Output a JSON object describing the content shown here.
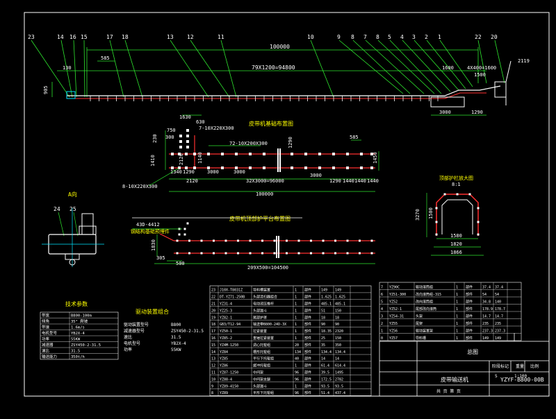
{
  "colors": {
    "background": "#000000",
    "frame": "#ffffff",
    "leader": "#2ee62e",
    "dimension": "#2ee62e",
    "conveyor": "#ff3030",
    "node": "#ffffff",
    "text": "#ffffff",
    "label": "#ffff00",
    "axis": "#00e5ff",
    "structure": "#d0d0d0"
  },
  "top_view": {
    "callouts": [
      "23",
      "14",
      "16",
      "15",
      "17",
      "18",
      "13",
      "12",
      "11",
      "10",
      "9",
      "8",
      "7",
      "8",
      "5",
      "4",
      "3",
      "2",
      "1",
      "22",
      "20"
    ],
    "dim_total": "100000",
    "dim_spacing": "79X1200=94800",
    "dim_left": "130",
    "dim_585": "585",
    "dim_height": "905",
    "dim_right_a": "4X400=1600",
    "dim_right_b": "1500",
    "dim_right_c": "1600",
    "dim_right_d": "3000",
    "dim_right_e": "1290",
    "dim_tail": "2119"
  },
  "plan_view": {
    "title": "皮带机基础布置图",
    "dims": [
      "1630",
      "630",
      "750",
      "7-10X220X300",
      "300",
      "230",
      "1410",
      "2120",
      "1140",
      "72-10X200X300",
      "1290",
      "585",
      "1340",
      "1290",
      "3000",
      "3000",
      "3000",
      "2120",
      "32X3000=96000",
      "1290",
      "1440",
      "1440",
      "100000",
      "1440",
      "1450",
      "8-10X220X300"
    ]
  },
  "section_view": {
    "title": "皮带机顶部护平台布置图",
    "dims": [
      "43D-4412",
      "钢结构基础预埋件",
      "1830",
      "305",
      "500",
      "209X500=104500"
    ]
  },
  "detail_view": {
    "title": "顶部护栏放大图",
    "scale": "8:1",
    "dims": [
      "3270",
      "1500",
      "1580",
      "1820",
      "1866"
    ]
  },
  "side_view": {
    "title": "A向",
    "callouts": [
      "24",
      "25"
    ]
  },
  "tech_params": {
    "title": "技术参数",
    "rows": [
      [
        "带宽",
        "B800-100m"
      ],
      [
        "倾角",
        "35° 爬坡"
      ],
      [
        "带速",
        "1.6m/s"
      ],
      [
        "电机型号",
        "YB2X-4"
      ],
      [
        "功率",
        "55KW"
      ],
      [
        "减速器",
        "ZSY450-2-31.5"
      ],
      [
        "速比",
        "31.5"
      ],
      [
        "输送能力",
        "350t/h"
      ]
    ]
  },
  "drive_params": {
    "title": "驱动装置组合",
    "rows": [
      [
        "驱动装置型号",
        "B800"
      ],
      [
        "减速器型号",
        "ZSY450-2-31.5"
      ],
      [
        "速比",
        "31.5"
      ],
      [
        "电机型号",
        "YB2X-4"
      ],
      [
        "功率",
        "55KW"
      ]
    ]
  },
  "bom_left": {
    "rows": [
      [
        "23",
        "J10X-T8031Z",
        "导料槽装置",
        "1",
        "部件",
        "149",
        "149"
      ],
      [
        "22",
        "DT-YZ71-250B",
        "头部清扫器组合",
        "1",
        "部件",
        "1.625",
        "1.625"
      ],
      [
        "21",
        "YZ31-4",
        "电动液压推杆",
        "1",
        "部件",
        "485.1",
        "485.1"
      ],
      [
        "20",
        "YZ25-3",
        "头部漏斗",
        "1",
        "部件",
        "51",
        "150"
      ],
      [
        "19",
        "YZ82-1",
        "尾部护罩",
        "1",
        "部件",
        "18",
        "18"
      ],
      [
        "18",
        "GB3/T12-94",
        "输送带B800-24D-3X",
        "1",
        "部件",
        "90",
        "90"
      ],
      [
        "17",
        "YZ50-1",
        "拉紧装置",
        "1",
        "部件",
        "18.35",
        "2320"
      ],
      [
        "16",
        "YZ85-2",
        "重锤拉紧装置",
        "1",
        "部件",
        "25",
        "150"
      ],
      [
        "15",
        "YZ4M-1250",
        "调心托辊组",
        "20",
        "部件",
        "35",
        "350"
      ],
      [
        "14",
        "YZ84",
        "槽形托辊组",
        "134",
        "部件",
        "134.4",
        "134.4"
      ],
      [
        "13",
        "YZ85",
        "平行下托辊组",
        "40",
        "部件",
        "14",
        "14"
      ],
      [
        "12",
        "YZ86",
        "缓冲托辊组",
        "1",
        "部件",
        "61.4",
        "614.4"
      ],
      [
        "11",
        "YZ87-1250",
        "中间架",
        "96",
        "部件",
        "39.5",
        "1495"
      ],
      [
        "10",
        "YZ88-4",
        "中间架支腿",
        "96",
        "部件",
        "172.5",
        "2782"
      ],
      [
        "9",
        "YZ89-4150",
        "头部漏斗",
        "1",
        "部件",
        "93.5",
        "93.5"
      ],
      [
        "8",
        "YZ89",
        "平形下托辊组",
        "96",
        "部件",
        "51.4",
        "437.4"
      ]
    ]
  },
  "bom_right": {
    "rows": [
      [
        "7",
        "YZ90C",
        "驱动滚筒组",
        "1",
        "部件",
        "37.4",
        "37.4"
      ],
      [
        "6",
        "YZ51-300",
        "改向滚筒组-315",
        "1",
        "部件",
        "54",
        "54"
      ],
      [
        "5",
        "YZ52",
        "改向滚筒组",
        "1",
        "部件",
        "34.8",
        "140"
      ],
      [
        "4",
        "YZ52-1",
        "尾部改向滚筒",
        "1",
        "部件",
        "178.9",
        "178.7"
      ],
      [
        "3",
        "YZ54-31",
        "头架",
        "1",
        "部件",
        "14.7",
        "14.7"
      ],
      [
        "2",
        "YZ55",
        "尾架",
        "1",
        "部件",
        "235",
        "235"
      ],
      [
        "1",
        "YZ56",
        "驱动装置架",
        "1",
        "部件",
        "237.3",
        "237.3"
      ],
      [
        "0",
        "YZ57",
        "导料槽",
        "1",
        "部件",
        "149",
        "149"
      ]
    ]
  },
  "title_block": {
    "company": "总图",
    "drawing_title": "皮带输送机",
    "drawing_no": "YZYF-B800-00B",
    "labels": [
      "阶段标记",
      "重量",
      "比例"
    ],
    "scale": "1:100",
    "sheet": "共 页  第 页",
    "stage": "S"
  }
}
